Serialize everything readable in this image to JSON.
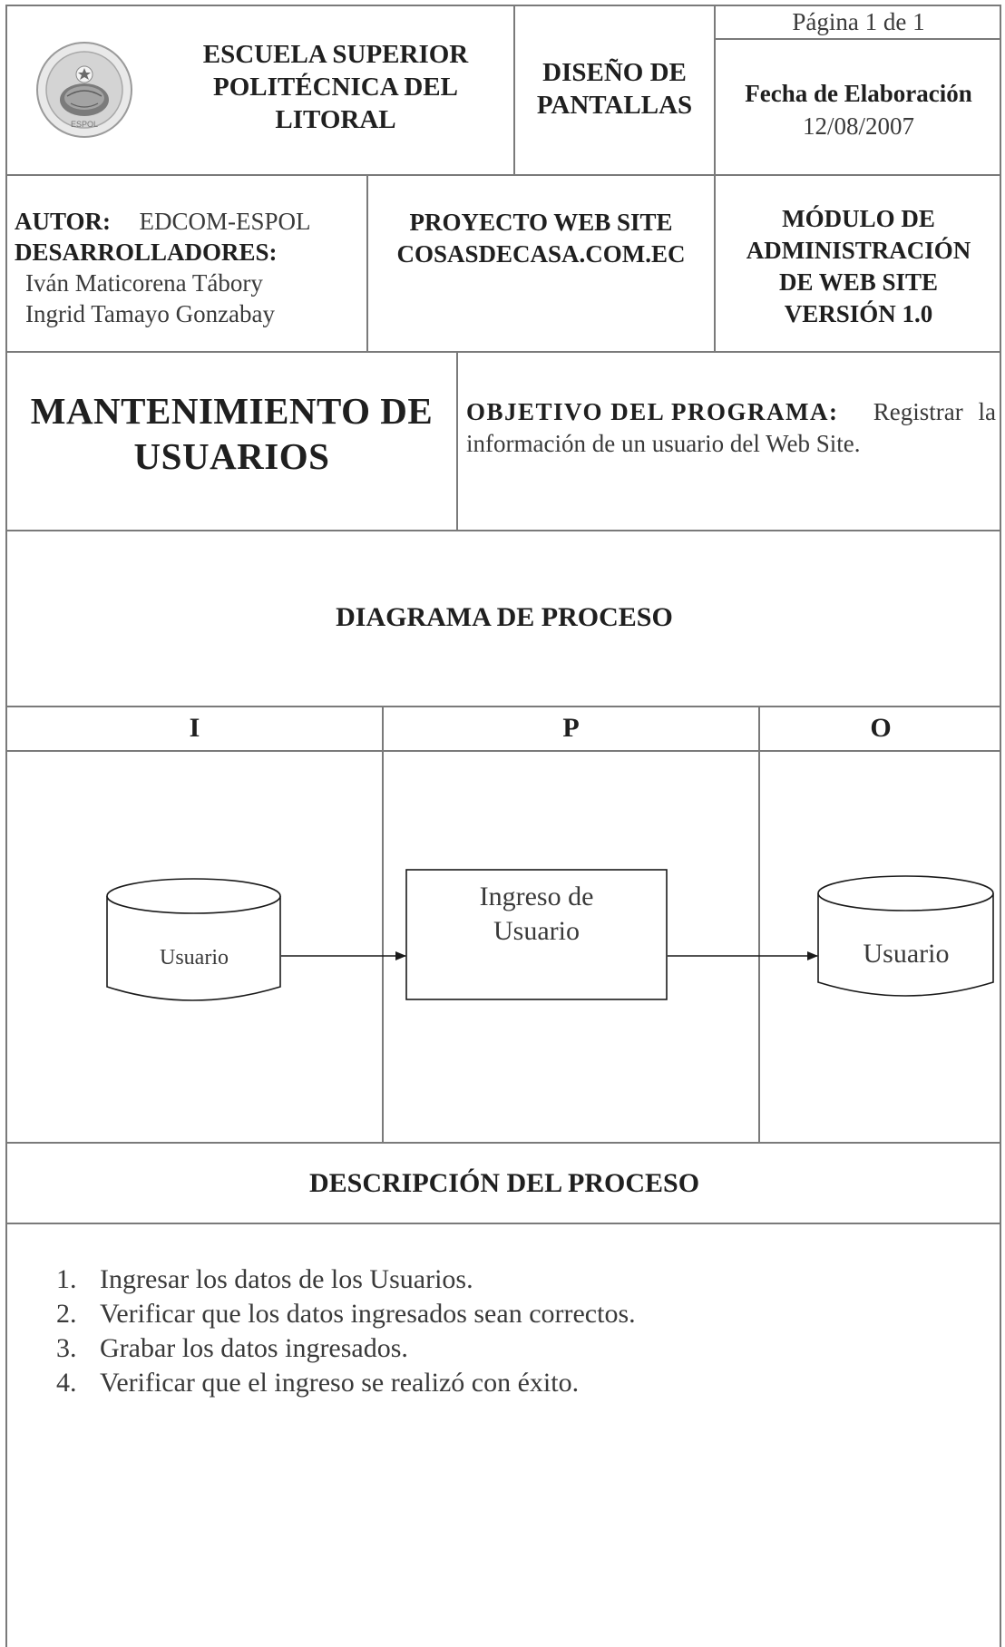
{
  "header": {
    "institution_lines": [
      "ESCUELA SUPERIOR",
      "POLITÉCNICA DEL",
      "LITORAL"
    ],
    "document_type_lines": [
      "DISEÑO DE",
      "PANTALLAS"
    ],
    "page_label": "Página 1 de 1",
    "date_label": "Fecha de Elaboración",
    "date_value": "12/08/2007",
    "logo_text": "ESPOL"
  },
  "authors": {
    "autor_label": "AUTOR:",
    "autor_value": "EDCOM-ESPOL",
    "developers_label": "DESARROLLADORES:",
    "developer_1": "Iván Maticorena  Tábory",
    "developer_2": "Ingrid Tamayo Gonzabay"
  },
  "project": {
    "lines": [
      "PROYECTO WEB SITE",
      "COSASDECASA.COM.EC"
    ]
  },
  "module": {
    "lines": [
      "MÓDULO DE",
      "ADMINISTRACIÓN",
      "DE WEB SITE",
      "VERSIÓN 1.0"
    ]
  },
  "title": {
    "lines": [
      "MANTENIMIENTO DE",
      "USUARIOS"
    ]
  },
  "objective": {
    "label": "OBJETIVO DEL PROGRAMA:",
    "text_line_1_tail": "Registrar la",
    "text_line_2": "información de un usuario del Web Site."
  },
  "diagram": {
    "section_title": "DIAGRAMA DE PROCESO",
    "column_i": "I",
    "column_p": "P",
    "column_o": "O",
    "input_store": "Usuario",
    "process_lines": [
      "Ingreso de",
      "Usuario"
    ],
    "output_store": "Usuario"
  },
  "description": {
    "section_title": "DESCRIPCIÓN DEL PROCESO",
    "steps": [
      {
        "num": "1.",
        "text": "Ingresar los datos de los Usuarios."
      },
      {
        "num": "2.",
        "text": "Verificar que los datos ingresados sean correctos."
      },
      {
        "num": "3.",
        "text": "Grabar los datos ingresados."
      },
      {
        "num": "4.",
        "text": "Verificar que el ingreso se realizó con éxito."
      }
    ]
  }
}
